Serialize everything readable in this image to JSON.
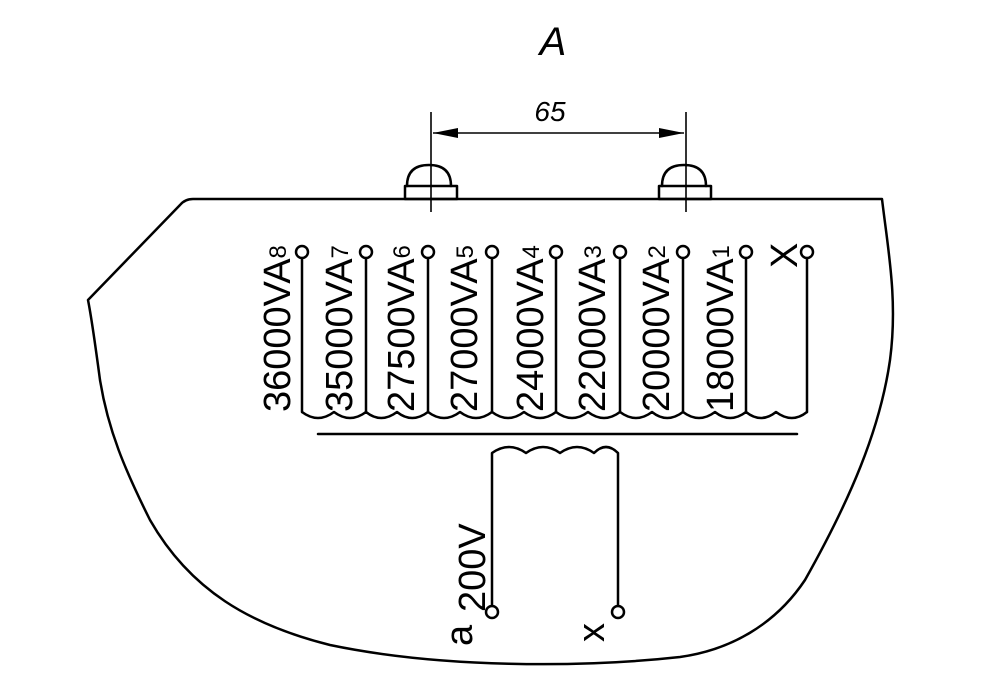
{
  "view_label": "A",
  "dimension": "65",
  "primary_taps": [
    {
      "voltage": "36000V",
      "letter": "A",
      "index": "8"
    },
    {
      "voltage": "35000V",
      "letter": "A",
      "index": "7"
    },
    {
      "voltage": "27500V",
      "letter": "A",
      "index": "6"
    },
    {
      "voltage": "27000V",
      "letter": "A",
      "index": "5"
    },
    {
      "voltage": "24000V",
      "letter": "A",
      "index": "4"
    },
    {
      "voltage": "22000V",
      "letter": "A",
      "index": "3"
    },
    {
      "voltage": "20000V",
      "letter": "A",
      "index": "2"
    },
    {
      "voltage": "18000V",
      "letter": "A",
      "index": "1"
    }
  ],
  "primary_end": "X",
  "secondary": {
    "voltage": "200V",
    "start": "a",
    "end": "x"
  }
}
